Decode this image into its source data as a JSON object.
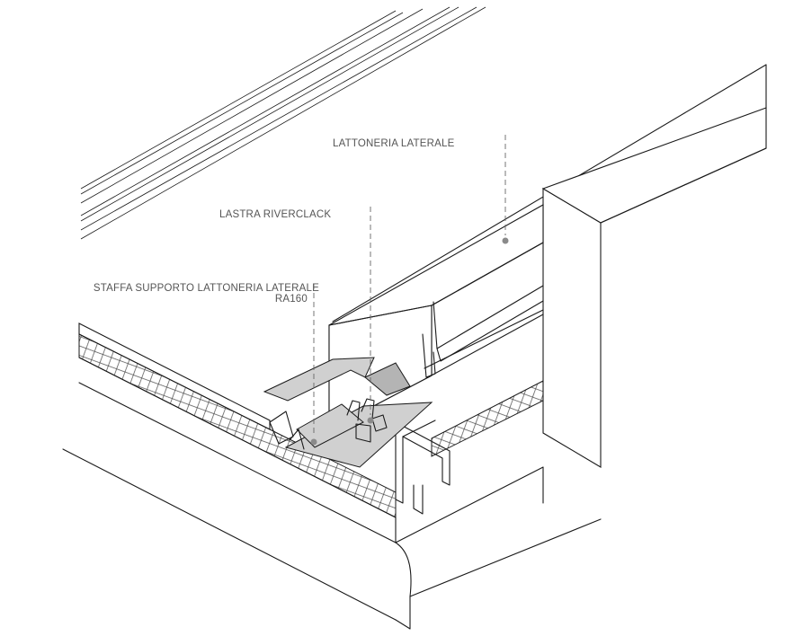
{
  "callouts": {
    "lattoneria": {
      "text": "LATTONERIA LATERALE"
    },
    "lastra": {
      "text": "LASTRA RIVERCLACK"
    },
    "staffa": {
      "line1": "STAFFA SUPPORTO LATTONERIA LATERALE",
      "line2": "RA160"
    }
  },
  "colors": {
    "line": "#1a1a1a",
    "label": "#555555",
    "plate": "#d0d0d0",
    "dot": "#8a8a8a"
  }
}
